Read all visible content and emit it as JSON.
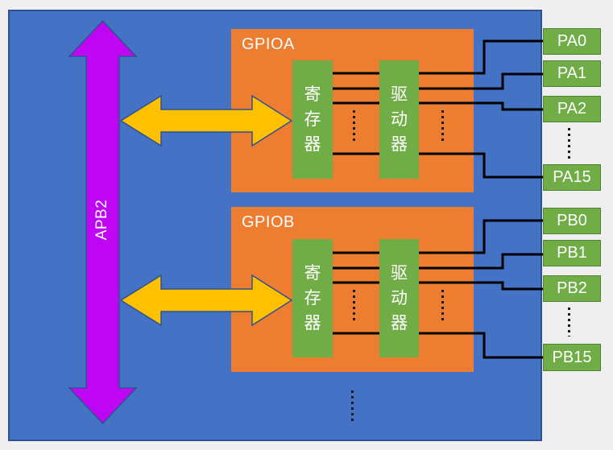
{
  "bus": {
    "label": "APB2"
  },
  "ports": [
    {
      "title": "GPIOA",
      "register": "寄存器",
      "driver": "驱动器",
      "pins": [
        "PA0",
        "PA1",
        "PA2",
        "PA15"
      ]
    },
    {
      "title": "GPIOB",
      "register": "寄存器",
      "driver": "驱动器",
      "pins": [
        "PB0",
        "PB1",
        "PB2",
        "PB15"
      ]
    }
  ],
  "colors": {
    "page_bg": "#efefef",
    "chip_fill": "#4472c4",
    "chip_border": "#2f528f",
    "port_fill": "#ed7d31",
    "block_fill": "#70ad47",
    "pin_border": "#548235",
    "bus_fill": "#be06f4",
    "arrow_fill": "#ffc000",
    "arrow_border": "#2f528f",
    "wire_color": "#000000",
    "text_color": "#ffffff",
    "dots_color": "#1a1a1a"
  }
}
